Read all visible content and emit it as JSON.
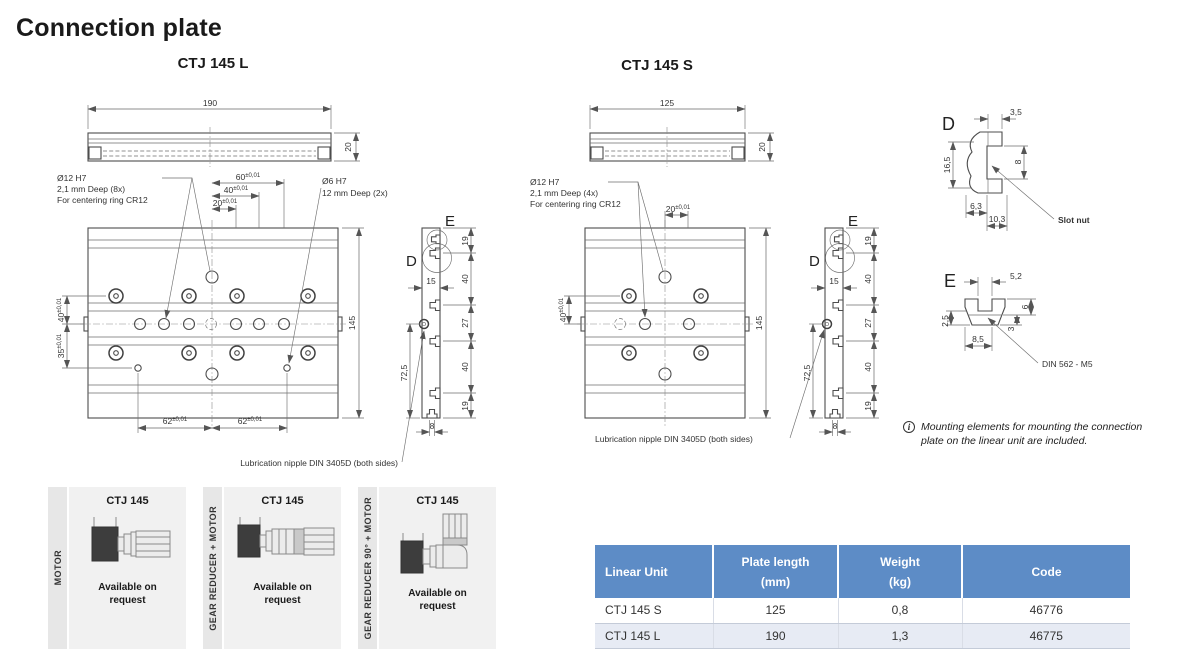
{
  "page": {
    "title": "Connection plate"
  },
  "tol": "±0,01",
  "ctj_l": {
    "title": "CTJ 145 L",
    "top_view": {
      "length": "190",
      "thickness": "20"
    },
    "callout_holes": {
      "l1": "Ø12 H7",
      "l2": "2,1 mm Deep (8x)",
      "l3": "For centering ring CR12"
    },
    "callout_center": {
      "l1": "Ø6 H7",
      "l2": "12 mm Deep (2x)"
    },
    "dim_60": "60",
    "dim_40": "40",
    "dim_20": "20",
    "dim_left_40": "40",
    "dim_left_35": "35",
    "dim_height": "145",
    "dim_62a": "62",
    "dim_62b": "62",
    "lube_note": "Lubrication nipple DIN 3405D (both sides)"
  },
  "ctj_s": {
    "title": "CTJ 145 S",
    "top_view": {
      "length": "125",
      "thickness": "20"
    },
    "callout_holes": {
      "l1": "Ø12 H7",
      "l2": "2,1 mm Deep (4x)",
      "l3": "For centering ring CR12"
    },
    "dim_20": "20",
    "dim_left_40": "40",
    "dim_height": "145",
    "lube_note": "Lubrication nipple DIN 3405D (both sides)"
  },
  "side_view": {
    "label_d": "D",
    "label_e": "E",
    "seg_1": "19",
    "seg_2": "40",
    "seg_3": "27",
    "seg_4": "40",
    "seg_5": "19",
    "dim_width": "15",
    "dim_72": "72,5",
    "dim_slot": "8"
  },
  "detail_d": {
    "label": "D",
    "dim_top": "3,5",
    "dim_left": "16,5",
    "dim_right": "8",
    "dim_b1": "6,3",
    "dim_b2": "10,3",
    "callout": "Slot nut"
  },
  "detail_e": {
    "label": "E",
    "dim_top": "5,2",
    "dim_left": "2,5",
    "dim_r1": "6",
    "dim_r2": "3",
    "dim_bottom": "8,5",
    "callout": "DIN 562 - M5"
  },
  "note": {
    "icon_letter": "i",
    "line1": "Mounting elements for mounting the connection",
    "line2": "plate on the linear unit are included."
  },
  "options": [
    {
      "category": "MOTOR",
      "model": "CTJ 145",
      "availability": "Available on request"
    },
    {
      "category": "GEAR REDUCER + MOTOR",
      "model": "CTJ 145",
      "availability": "Available on request"
    },
    {
      "category": "GEAR REDUCER  90° + MOTOR",
      "model": "CTJ 145",
      "availability": "Available on request"
    }
  ],
  "table": {
    "col_unit": "Linear Unit",
    "col_length": "Plate length",
    "col_length_unit": "(mm)",
    "col_weight": "Weight",
    "col_weight_unit": "(kg)",
    "col_code": "Code",
    "rows": [
      {
        "unit": "CTJ 145 S",
        "length": "125",
        "weight": "0,8",
        "code": "46776"
      },
      {
        "unit": "CTJ 145 L",
        "length": "190",
        "weight": "1,3",
        "code": "46775"
      }
    ]
  },
  "colors": {
    "table_header": "#5d8cc6",
    "table_row_alt": "#e7ebf4"
  }
}
